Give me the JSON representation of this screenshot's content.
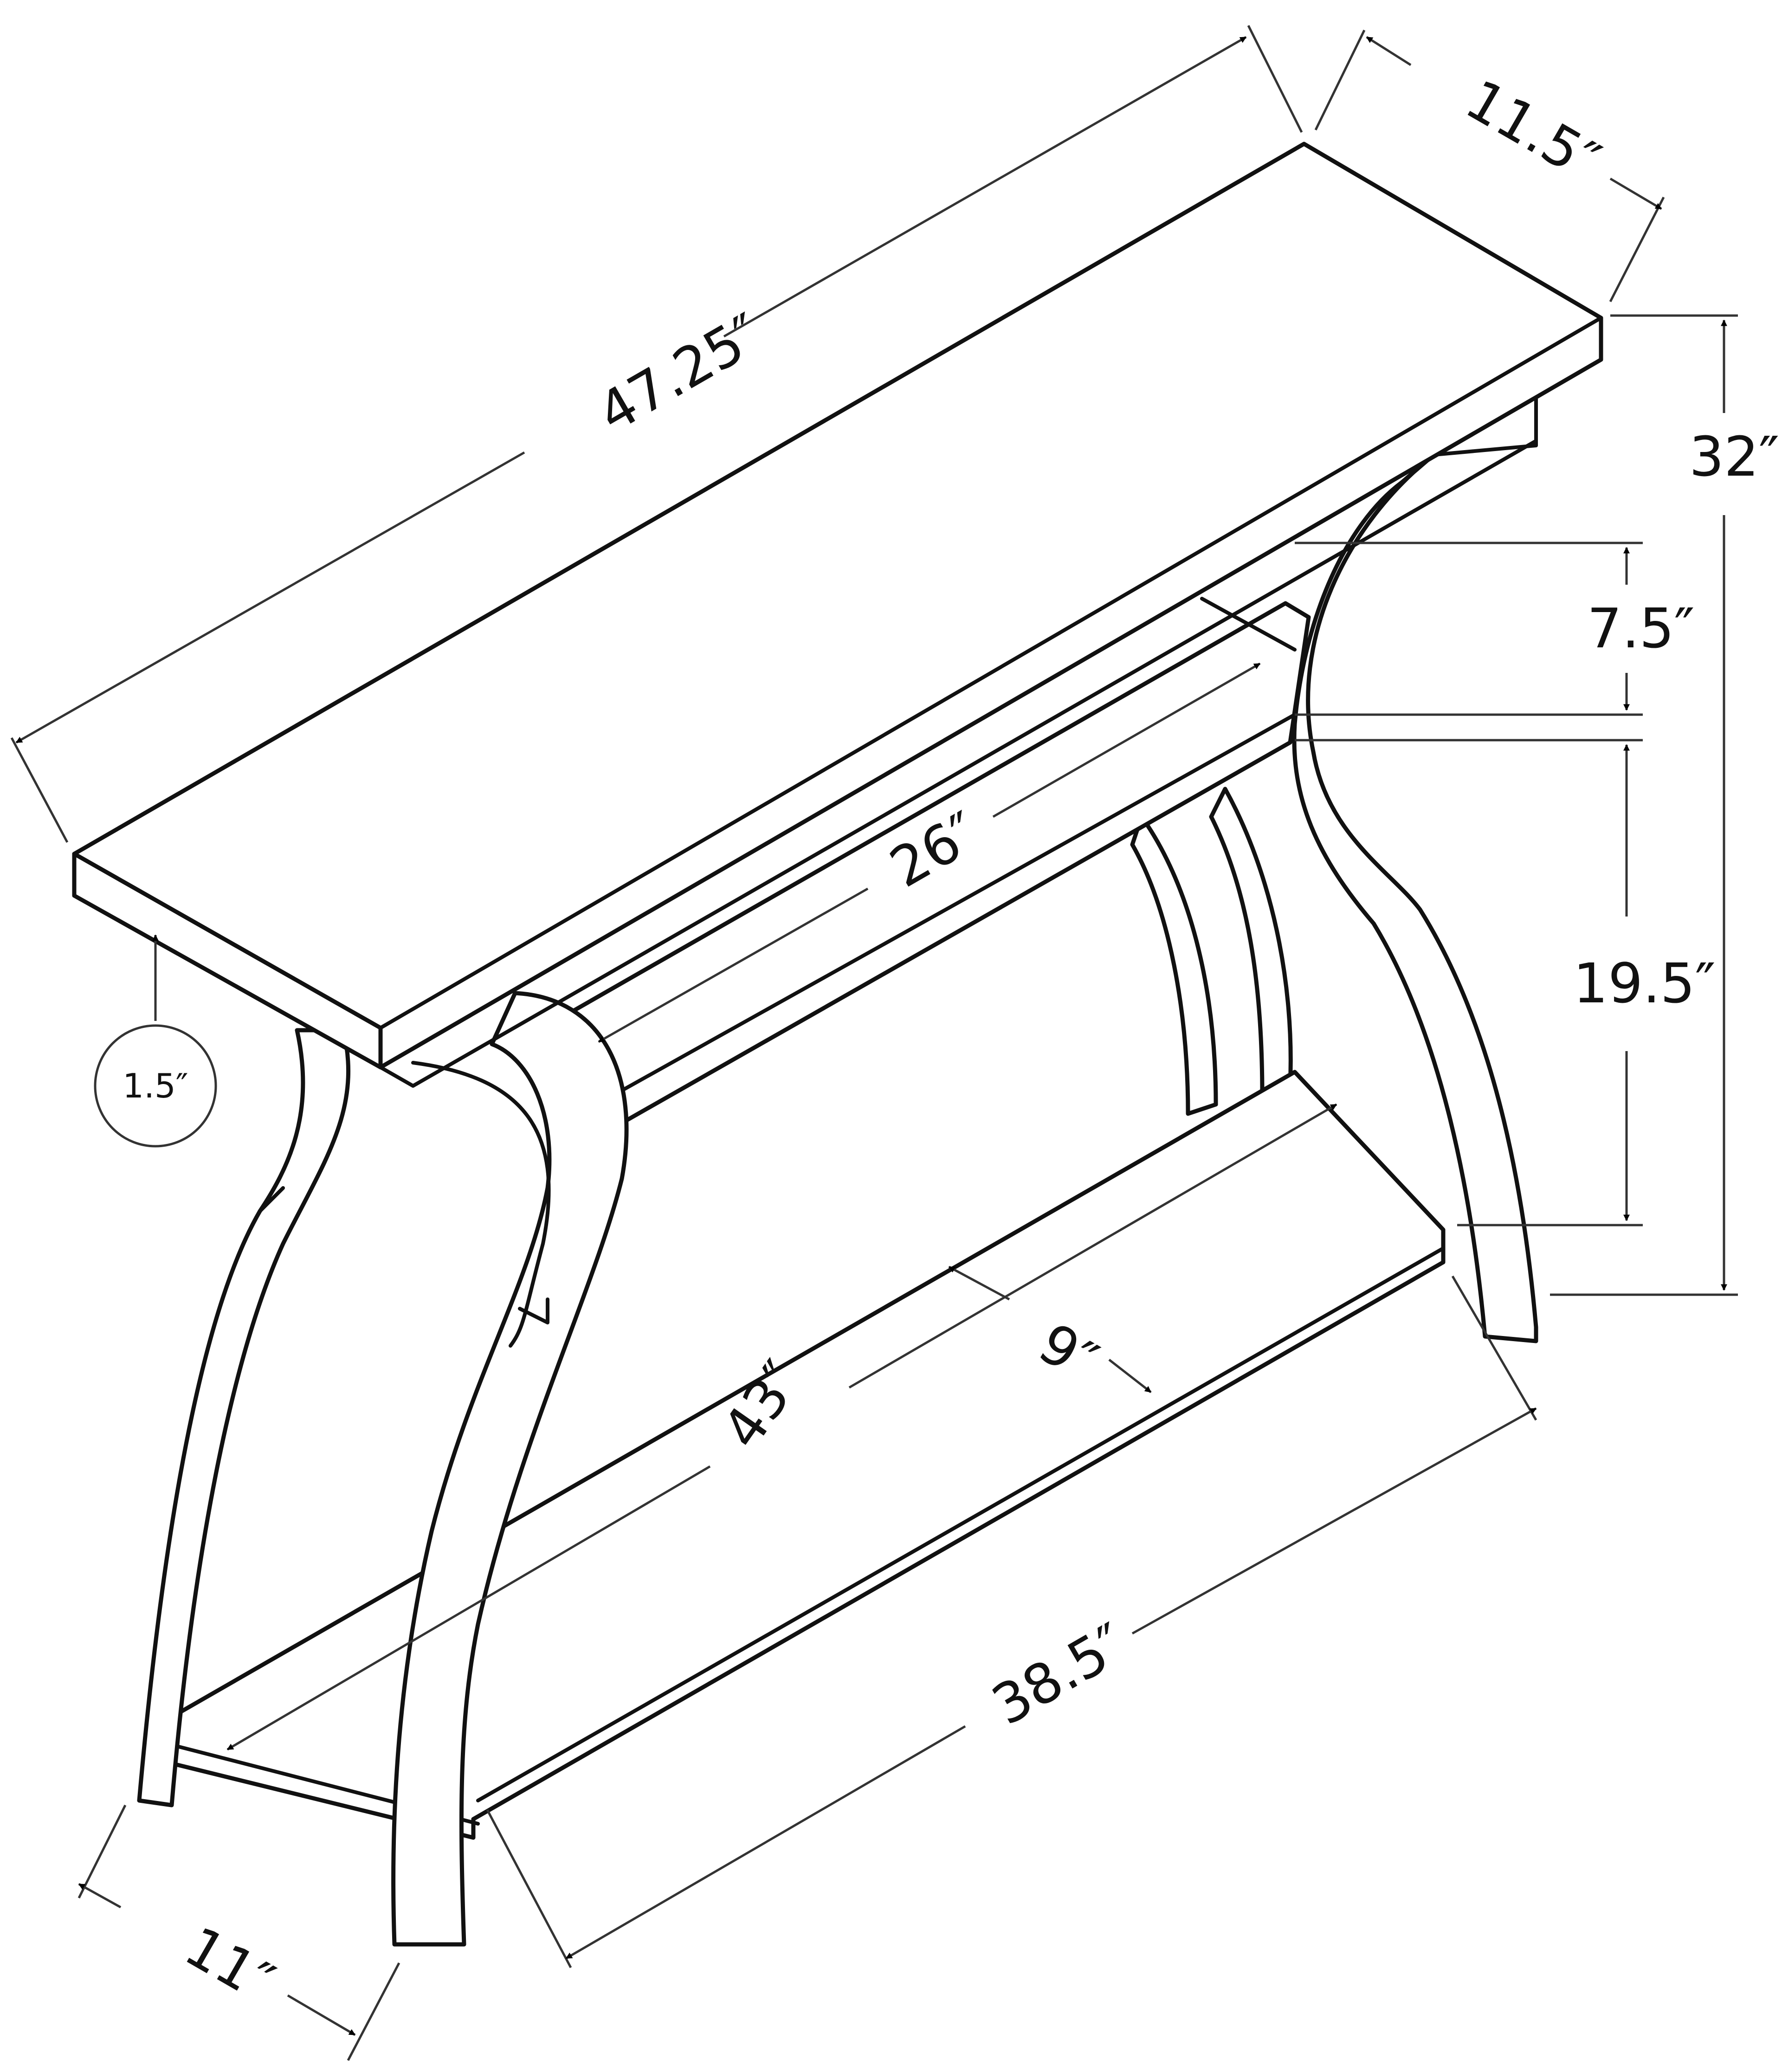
{
  "diagram": {
    "subject": "Console table dimension drawing",
    "unit_symbol": "″",
    "dimensions": {
      "top_length": {
        "value": "47.25″",
        "meaning": "tabletop length"
      },
      "top_depth": {
        "value": "11.5″",
        "meaning": "tabletop depth"
      },
      "overall_height": {
        "value": "32″",
        "meaning": "overall height"
      },
      "upper_clearance": {
        "value": "7.5″",
        "meaning": "clearance under top to middle shelf"
      },
      "lower_clearance": {
        "value": "19.5″",
        "meaning": "middle shelf to bottom shelf"
      },
      "top_thickness": {
        "value": "1.5″",
        "meaning": "tabletop thickness (callout)"
      },
      "middle_shelf_length": {
        "value": "26″",
        "meaning": "middle shelf length"
      },
      "bottom_shelf_length": {
        "value": "43″",
        "meaning": "bottom shelf length"
      },
      "bottom_shelf_depth": {
        "value": "9″",
        "meaning": "bottom shelf depth"
      },
      "base_length": {
        "value": "38.5″",
        "meaning": "base footprint length"
      },
      "base_depth": {
        "value": "11″",
        "meaning": "base footprint depth"
      }
    },
    "colors": {
      "line": "#111111",
      "dimension_line": "#333333",
      "background": "#ffffff"
    }
  }
}
